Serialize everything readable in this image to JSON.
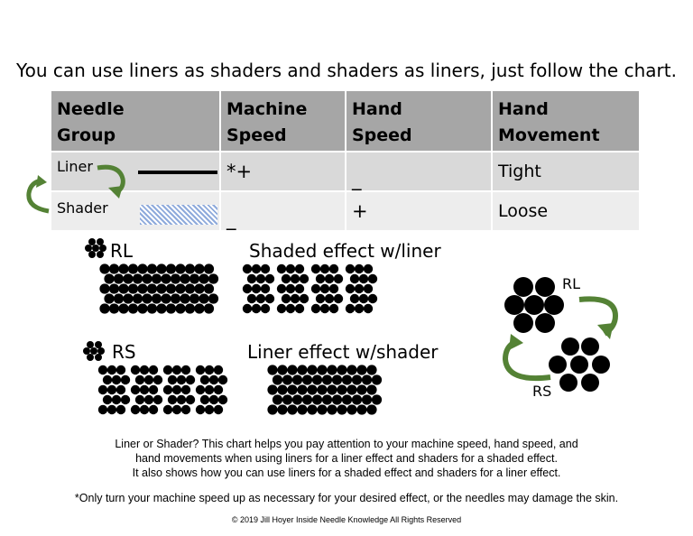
{
  "headline": "You can use liners as shaders and shaders as liners, just follow the chart.",
  "table": {
    "headers": [
      {
        "line1": "Needle",
        "line2": "Group"
      },
      {
        "line1": "Machine",
        "line2": "Speed"
      },
      {
        "line1": "Hand",
        "line2": "Speed"
      },
      {
        "line1": "Hand",
        "line2": "Movement"
      }
    ],
    "rows": [
      {
        "group": "Liner",
        "machine_speed": "*+",
        "hand_speed": "_",
        "hand_movement": "Tight"
      },
      {
        "group": "Shader",
        "machine_speed": "_",
        "hand_speed": "+",
        "hand_movement": "Loose"
      }
    ]
  },
  "labels": {
    "rl": "RL",
    "rs": "RS",
    "shaded_effect": "Shaded effect w/liner",
    "liner_effect": "Liner effect w/shader",
    "diagram_rl": "RL",
    "diagram_rs": "RS"
  },
  "notes": {
    "line1": "Liner or Shader? This chart helps you pay attention to your machine speed, hand speed, and",
    "line2": "hand movements when using liners for a liner effect and shaders for a shaded effect.",
    "line3": "It also shows how you can use liners for a shaded effect and shaders for a liner effect.",
    "footnote": "*Only turn your machine speed up as necessary for your desired effect, or the needles may damage the skin.",
    "copyright": "© 2019 Jill Hoyer Inside Needle Knowledge All Rights Reserved"
  },
  "colors": {
    "header_bg": "#a6a6a6",
    "row1_bg": "#d9d9d9",
    "row2_bg": "#ededed",
    "arrow_green": "#548235",
    "shader_swatch": "#8eaadb"
  },
  "icons": [
    "cycle-arrow-icon",
    "dot-cluster-icon",
    "needle-cluster-diagram"
  ]
}
